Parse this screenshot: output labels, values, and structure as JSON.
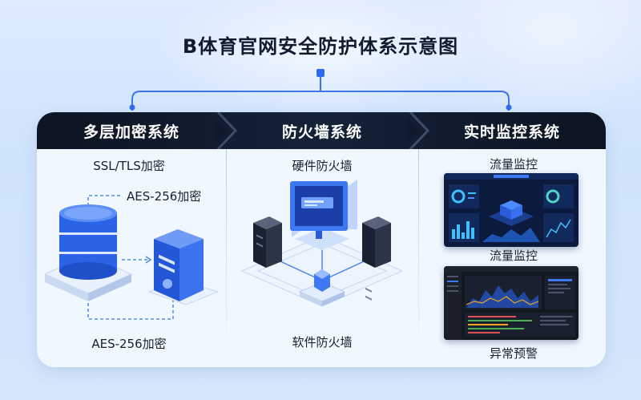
{
  "title": "B体育官网安全防护体系示意图",
  "columns": [
    {
      "header": "多层加密系统",
      "labels": [
        "SSL/TLS加密",
        "AES-256加密",
        "AES-256加密"
      ]
    },
    {
      "header": "防火墙系统",
      "labels": [
        "硬件防火墙",
        "软件防火墙"
      ]
    },
    {
      "header": "实时监控系统",
      "labels": [
        "流量监控",
        "流量监控",
        "异常预警"
      ]
    }
  ],
  "colors": {
    "header_bg": "#0d1422",
    "accent_blue": "#2f6bf0",
    "connector": "#3a78e0",
    "title": "#121a2e"
  },
  "icons": [
    "database-icon",
    "encryption-device-icon",
    "monitor-firewall-icon",
    "server-icon",
    "shield-node-icon",
    "dashboard-screen-icon"
  ]
}
